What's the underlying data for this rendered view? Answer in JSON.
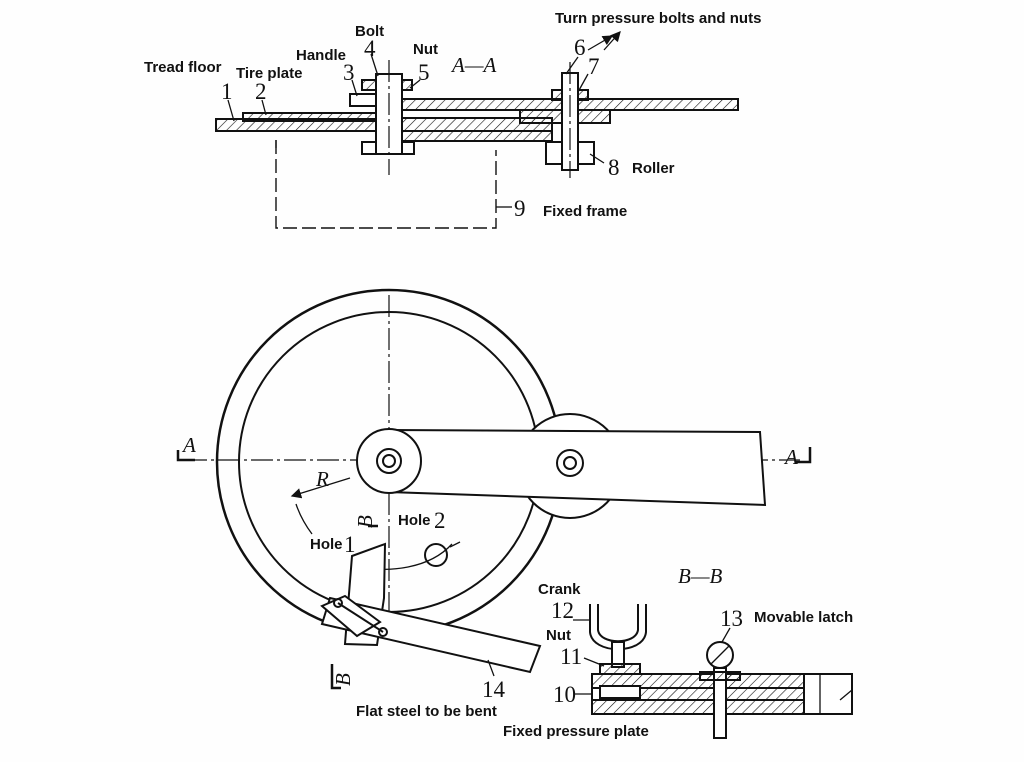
{
  "labels": {
    "turn_pressure": "Turn pressure bolts and nuts",
    "bolt": "Bolt",
    "handle": "Handle",
    "nut_top": "Nut",
    "tread_floor": "Tread floor",
    "tire_plate": "Tire plate",
    "roller": "Roller",
    "fixed_frame": "Fixed frame",
    "hole1": "Hole",
    "hole2": "Hole",
    "crank": "Crank",
    "nut_bottom": "Nut",
    "movable_latch": "Movable latch",
    "flat_steel": "Flat steel to be bent",
    "fixed_pressure_plate": "Fixed pressure plate"
  },
  "numbers": {
    "n1": "1",
    "n2": "2",
    "n3": "3",
    "n4": "4",
    "n5": "5",
    "n6": "6",
    "n7": "7",
    "n8": "8",
    "n9": "9",
    "n10": "10",
    "n11": "11",
    "n12": "12",
    "n13": "13",
    "n14": "14",
    "hole1_num": "1",
    "hole2_num": "2"
  },
  "sections": {
    "aa_title": "A—A",
    "bb_title": "B—B",
    "a_left": "A",
    "a_right": "A",
    "b_upper": "B",
    "b_lower": "B",
    "radius": "R"
  }
}
